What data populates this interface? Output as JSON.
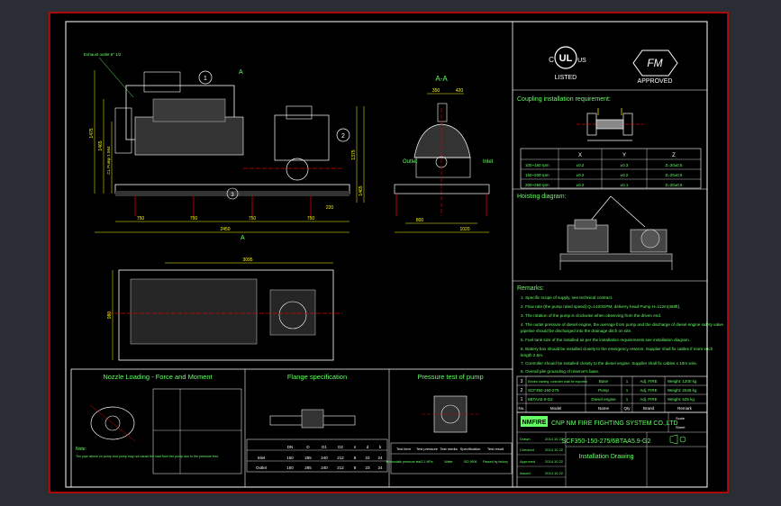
{
  "labels": {
    "section_a": "A",
    "section_aa": "A-A",
    "exhaust_note": "Exhaust outlet 6\" 1/2",
    "outlet": "Outlet",
    "inlet": "Inlet",
    "ul_c": "C",
    "ul_us": "US",
    "ul_mark": "UL",
    "ul_listed": "LISTED",
    "fm_mark": "FM",
    "fm_approved": "APPROVED"
  },
  "front_view": {
    "dims_bottom1": [
      "750",
      "750",
      "750",
      "750"
    ],
    "dims_bottom2": "2450",
    "dim_height": "1475",
    "dim_left1": "1465",
    "dim_left2": "CL Pump 1 564",
    "dim_right1": "1375",
    "dim_right2": "1465",
    "dim_right3": "220",
    "balloon_1": "1",
    "balloon_2": "2",
    "balloon_3": "3"
  },
  "side_view": {
    "dim_top1": "350",
    "dim_top2": "420",
    "dim_bottom1": "800",
    "dim_bottom2": "1020"
  },
  "plan_view": {
    "dim_top": "3095",
    "dim_left": "980"
  },
  "coupling": {
    "title": "Coupling installation requirement:",
    "col_x": "X",
    "col_y": "Y",
    "col_z": "Z",
    "rows": [
      [
        "100~150 rpm",
        "±0.2",
        "±0.3",
        "Z=20±0.5"
      ],
      [
        "150~200 rpm",
        "±0.2",
        "±0.2",
        "Z=20±0.5"
      ],
      [
        "200~250 rpm",
        "±0.2",
        "±0.1",
        "Z=20±0.5"
      ]
    ]
  },
  "hoisting": {
    "title": "Hoisting diagram:"
  },
  "remarks": {
    "title": "Remarks:",
    "items": [
      "1. Specific scope of supply, see technical contract.",
      "2. Flow rate (the pump rated speed) Q=1420GPM, delivery head Pump H=112m(368ft).",
      "3. The rotation of the pump is clockwise when observing from the driven end.",
      "4. The outlet pressure of diesel engine, the average from pump and the discharge of diesel engine safety valve",
      "   pipeline should be discharged into the drainage ditch on site.",
      "5. Fuel tank size of the installed as per the installation requirements see installation diagram.",
      "6. Battery box should be installed closely to the emergency reserve. Supplier shall fix cables if more such",
      "   length 2.5m.",
      "7. Controller should be installed closely to the diesel engine. Supplier shall fix cables x 10m wire.",
      "8. Overall pile grounding of reserve's base."
    ]
  },
  "parts_table": {
    "rows": [
      [
        "3",
        "Electric starting, controller shall be exported",
        "Base",
        "1",
        "Adj. FIRE",
        "Weight: 1200 kg"
      ],
      [
        "2",
        "SCF350-150-275",
        "Pump",
        "1",
        "Adj. FIRE",
        "Weight: 2045 kg"
      ],
      [
        "1",
        "6BTAA5.9-G2",
        "Diesel engine",
        "1",
        "Adj. FIRE",
        "Weight: 625 kg"
      ],
      [
        "No.",
        "Model",
        "Name",
        "Qty",
        "Brand",
        "Remark"
      ]
    ]
  },
  "title_block": {
    "logo": "NMFIRE",
    "company": "CNP NM FIRE FIGHTING SYSTEM CO.,LTD",
    "drawing_no": "SCF350-150-275/6BTAA5.9-G2",
    "drawing_title": "Installation Drawing",
    "scale_label": "Scale",
    "sheet_label": "Sheet",
    "rows_left": [
      [
        "Drawn",
        "",
        "2014.10.22"
      ],
      [
        "Checked",
        "",
        "2014.10.22"
      ],
      [
        "Approved",
        "",
        "2014.10.22"
      ],
      [
        "Issued",
        "",
        "2014.10.22"
      ]
    ]
  },
  "nozzle": {
    "title": "Nozzle Loading - Force and Moment",
    "note_title": "Note:",
    "note_text": "The pipe above on pump and pump may not cause the load from the pump due to the pressure test."
  },
  "flange": {
    "title": "Flange specification",
    "headers": [
      "",
      "DN",
      "D",
      "D1",
      "D2",
      "n",
      "d",
      "b"
    ],
    "rows": [
      [
        "Inlet",
        "150",
        "285",
        "240",
        "212",
        "8",
        "23",
        "24"
      ],
      [
        "Outlet",
        "150",
        "285",
        "240",
        "212",
        "8",
        "23",
        "24"
      ]
    ]
  },
  "pressure_test": {
    "title": "Pressure test of pump",
    "headers": [
      "Test item",
      "Test pressure",
      "Test media",
      "Specification",
      "Test result"
    ],
    "row": [
      "Hydrostatic pressure test",
      "2.1 MPa",
      "Water",
      "ISO 9906",
      "Passed by factory"
    ]
  }
}
